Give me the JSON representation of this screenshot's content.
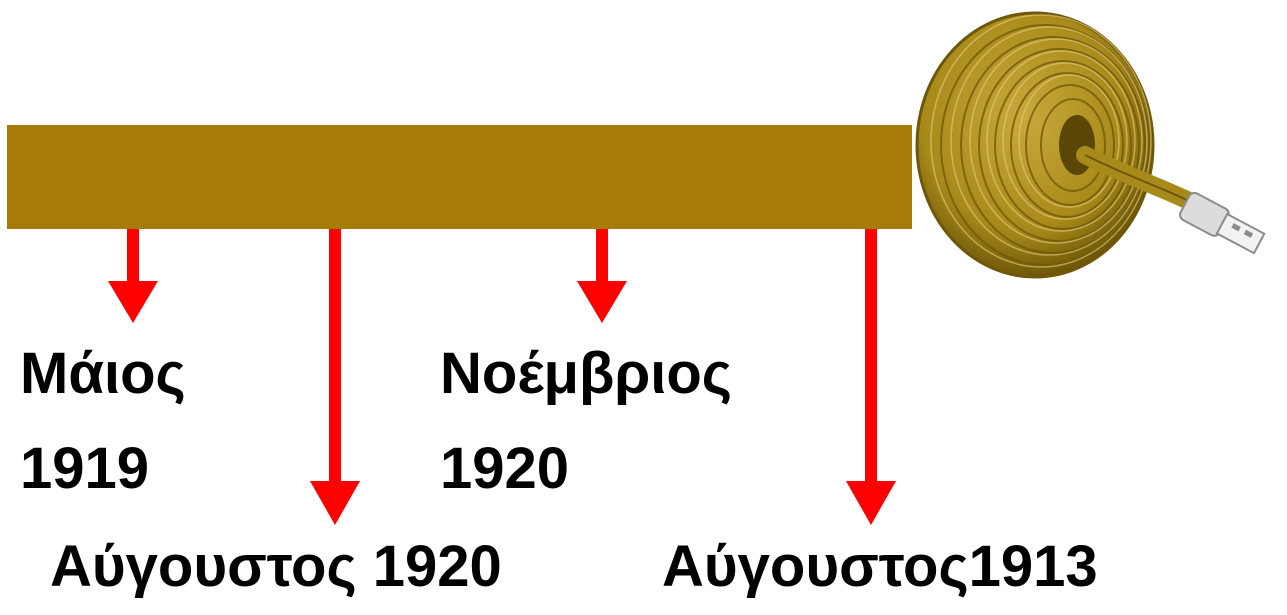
{
  "colors": {
    "timeline_bar": "#a67c06",
    "arrow": "#ff0000",
    "cable": "#a88a1a",
    "cable_dark": "#6e5708",
    "cable_light": "#c9a93c",
    "plug": "#dcdcdc"
  },
  "icons": {
    "cable_roll": "usb-cable-roll-icon"
  },
  "events": [
    {
      "line1": "Μάιος",
      "line2": "1919"
    },
    {
      "line1": "Αύγουστος 1920"
    },
    {
      "line1": "Νοέμβριος",
      "line2": "1920"
    },
    {
      "line1": "Αύγουστος1913"
    }
  ]
}
